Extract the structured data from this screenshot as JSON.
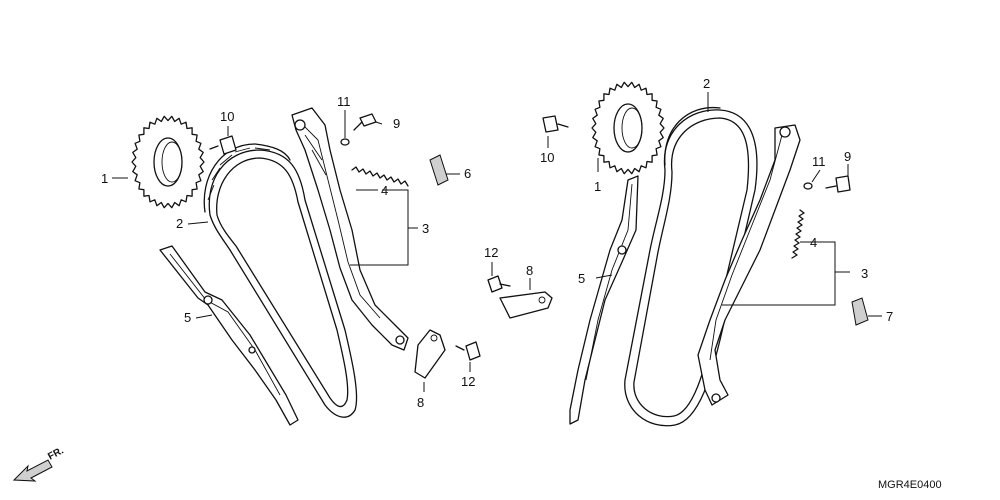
{
  "diagram": {
    "drawing_code": "MGR4E0400",
    "direction_label": "FR.",
    "callouts": [
      {
        "id": "l1",
        "text": "1"
      },
      {
        "id": "l2",
        "text": "2"
      },
      {
        "id": "l3",
        "text": "3"
      },
      {
        "id": "l4",
        "text": "4"
      },
      {
        "id": "l5",
        "text": "5"
      },
      {
        "id": "l6",
        "text": "6"
      },
      {
        "id": "l8a",
        "text": "8"
      },
      {
        "id": "l8b",
        "text": "8"
      },
      {
        "id": "l9",
        "text": "9"
      },
      {
        "id": "l10",
        "text": "10"
      },
      {
        "id": "l11",
        "text": "11"
      },
      {
        "id": "l12a",
        "text": "12"
      },
      {
        "id": "l12b",
        "text": "12"
      },
      {
        "id": "r1",
        "text": "1"
      },
      {
        "id": "r2",
        "text": "2"
      },
      {
        "id": "r3",
        "text": "3"
      },
      {
        "id": "r4",
        "text": "4"
      },
      {
        "id": "r5",
        "text": "5"
      },
      {
        "id": "r7",
        "text": "7"
      },
      {
        "id": "r9",
        "text": "9"
      },
      {
        "id": "r10",
        "text": "10"
      },
      {
        "id": "r11",
        "text": "11"
      }
    ]
  }
}
